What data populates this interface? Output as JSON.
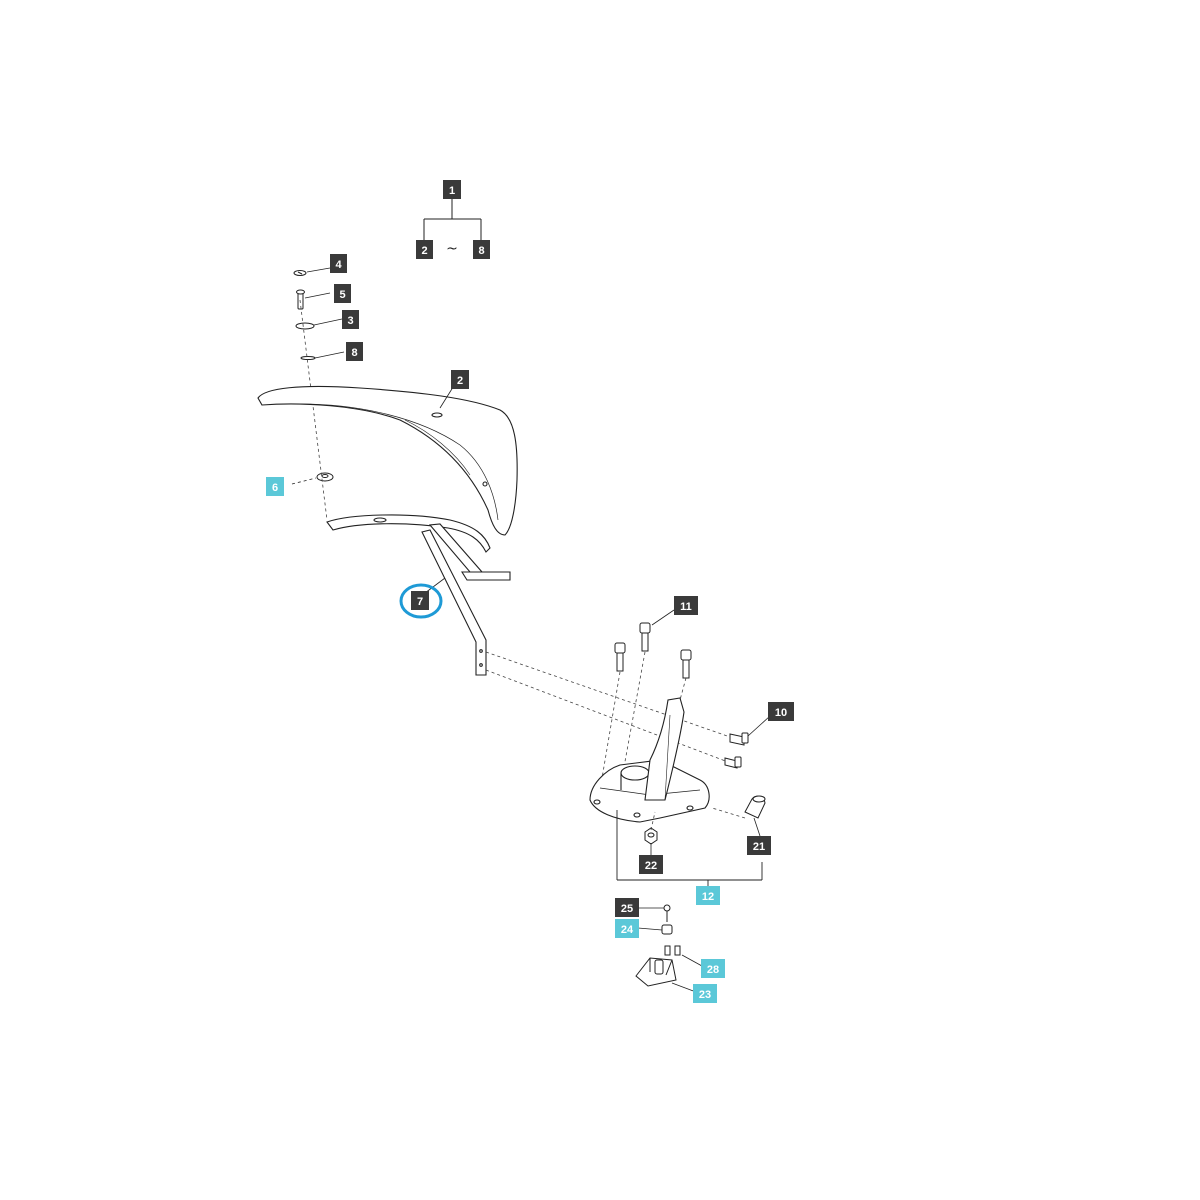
{
  "colors": {
    "dark_callout": "#3a3a3a",
    "light_callout": "#5bc8d8",
    "highlight_ring": "#1e9ad6",
    "line": "#222222",
    "part_fill": "#ffffff"
  },
  "diagram": {
    "range_separator": "~",
    "highlighted_part": "7"
  },
  "callouts": {
    "c1": "1",
    "c2_range": "2",
    "c8_range": "8",
    "c4": "4",
    "c5": "5",
    "c3": "3",
    "c8": "8",
    "c2": "2",
    "c6": "6",
    "c7": "7",
    "c11": "11",
    "c10": "10",
    "c21": "21",
    "c22": "22",
    "c12": "12",
    "c25": "25",
    "c24": "24",
    "c28": "28",
    "c23": "23"
  }
}
